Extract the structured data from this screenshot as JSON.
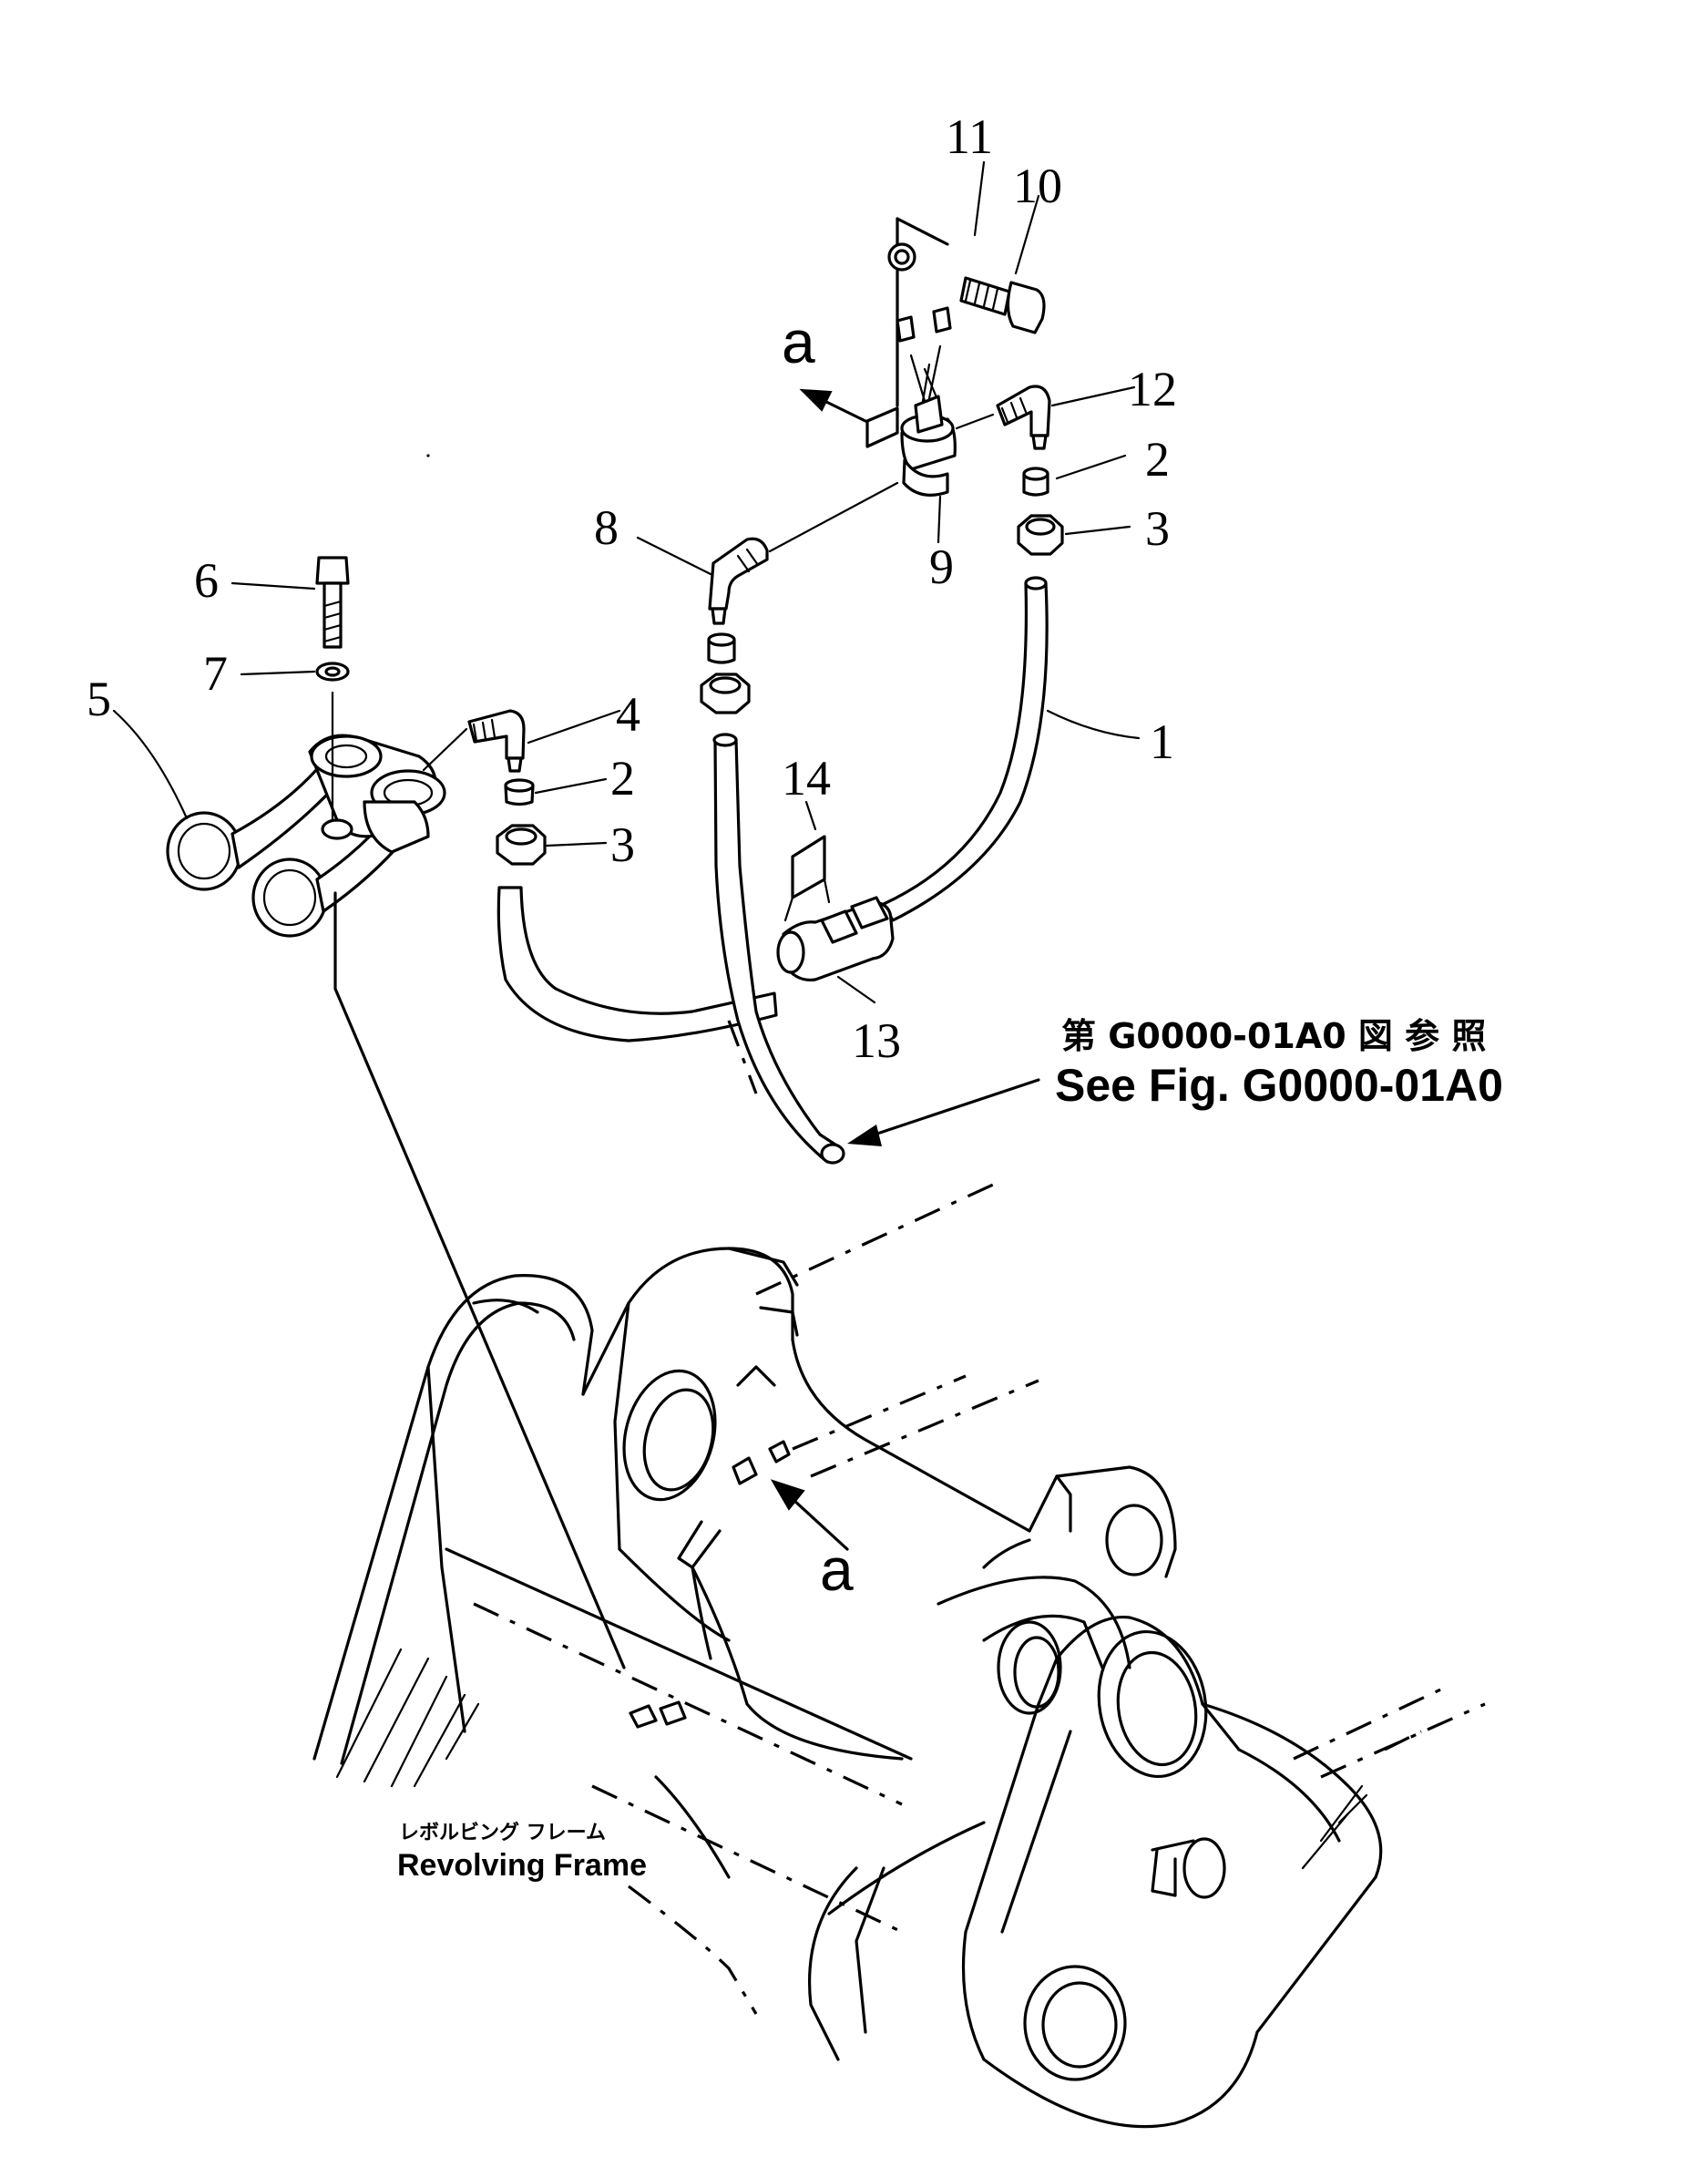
{
  "callouts": [
    "1",
    "2",
    "3",
    "4",
    "5",
    "6",
    "7",
    "8",
    "9",
    "10",
    "11",
    "12",
    "13",
    "14"
  ],
  "view_arrow_label": "a",
  "reference": {
    "japanese": "第 G0000-01A0 図 参 照",
    "english": "See Fig. G0000-01A0"
  },
  "frame_label": {
    "japanese": "レボルビング フレーム",
    "english": "Revolving Frame"
  }
}
